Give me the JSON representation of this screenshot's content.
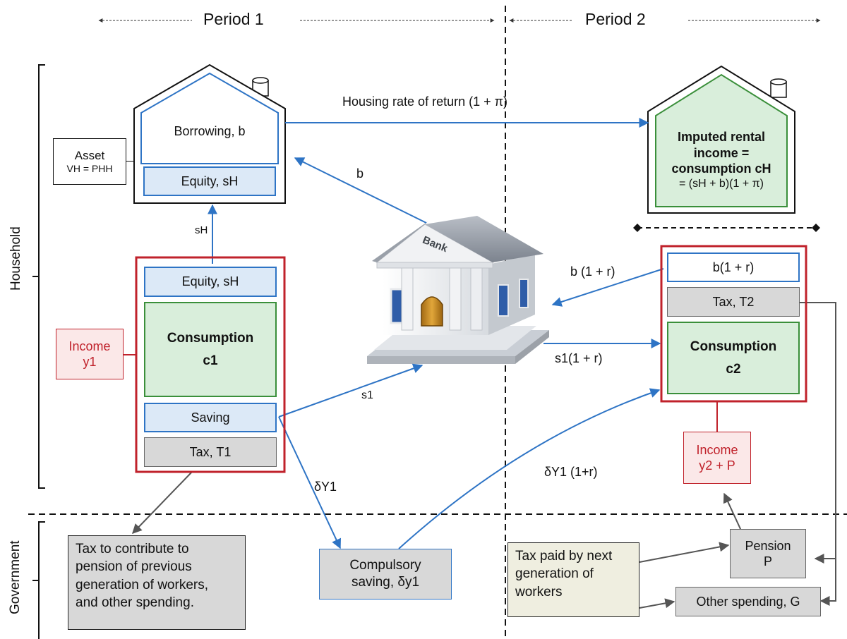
{
  "periods": {
    "p1": "Period 1",
    "p2": "Period 2"
  },
  "side_labels": {
    "household": "Household",
    "government": "Government"
  },
  "arrow_labels": {
    "housing_return": "Housing rate of return   (1 + π)",
    "b": "b",
    "s_h": "sH",
    "b_1r": "b (1 + r)",
    "s1_1r": "s1(1 + r)",
    "s1": "s1",
    "dY1": "δY1",
    "dY1_1r": "δY1 (1+r)"
  },
  "house1": {
    "borrowing": "Borrowing, b",
    "equity": "Equity, sH",
    "asset_title": "Asset",
    "asset_formula": "VH = PHH"
  },
  "house2": {
    "line1": "Imputed rental",
    "line2": "income =",
    "line3": "consumption cH",
    "line4": "= (sH + b)(1 + π)"
  },
  "bank_label": "Bank",
  "period1_budget": {
    "equity": "Equity, sH",
    "consumption": "Consumption",
    "consumption_sub": "c1",
    "saving": "Saving",
    "tax": "Tax, T1"
  },
  "income1": {
    "title": "Income",
    "sub": "y1"
  },
  "period2_budget": {
    "repay": "b(1 + r)",
    "tax": "Tax, T2",
    "consumption": "Consumption",
    "consumption_sub": "c2"
  },
  "income2": {
    "title": "Income",
    "sub": "y2 + P"
  },
  "government": {
    "tax_box": "Tax to contribute to\npension of previous\ngeneration of workers,\nand other spending.",
    "compulsory_line1": "Compulsory",
    "compulsory_line2": "saving, δy1",
    "next_gen": "Tax paid by next\ngeneration of\nworkers",
    "pension_title": "Pension",
    "pension_sub": "P",
    "other_spending": "Other spending, G"
  }
}
